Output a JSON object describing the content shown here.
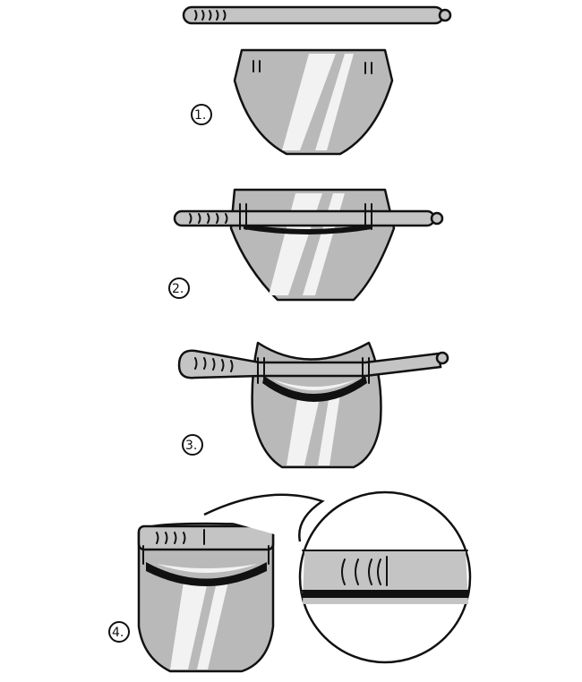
{
  "steps": [
    {
      "label": "1."
    },
    {
      "label": "2."
    },
    {
      "label": "3."
    },
    {
      "label": "4."
    }
  ],
  "colors": {
    "fill": "#b9b9b9",
    "ink": "#111111",
    "highlight": "#f2f2f2"
  }
}
